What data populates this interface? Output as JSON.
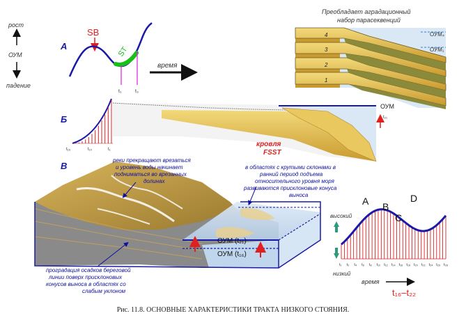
{
  "panelA": {
    "letter": "А",
    "axis_up": "рост",
    "axis_mid": "ОУМ",
    "axis_down": "падение",
    "sb_label": "SB",
    "st_label": "ST",
    "t1": "t₁",
    "t3": "t₃",
    "time_label": "время",
    "parasequence_title_1": "Преобладает аградационный",
    "parasequence_title_2": "набор парасеквенций",
    "oum_top1": "ОУМ₄",
    "oum_top2": "ОУМ₁",
    "layers": [
      "4",
      "3",
      "2",
      "1"
    ]
  },
  "panelB": {
    "letter": "Б",
    "t16": "t₁₆",
    "t10": "t₁₀",
    "t1": "t₁",
    "oum_label": "ОУМ",
    "t21": "t₂₁",
    "fsst_1": "кровля",
    "fsst_2": "FSST"
  },
  "panelV": {
    "letter": "В",
    "note_rivers": [
      "реки прекращают врезаться",
      "и уровень воды начинает",
      "подниматься во врезанных",
      "долинах"
    ],
    "note_slopes": [
      "в областях с крутыми склонами в",
      "ранний период подъема",
      "относительного уровня моря",
      "развиваются присклоновые конуса",
      "выноса"
    ],
    "note_progradation": [
      "проградация осадков береговой",
      "линии поверх присклоновых",
      "конусов выноса в областях со",
      "слабым уклоном"
    ],
    "oum_t21": "ОУМ (t₂₁)",
    "oum_t16": "ОУМ (t₁₆)"
  },
  "curve": {
    "high": "высокий",
    "low": "низкий",
    "points": [
      "A",
      "B",
      "C",
      "D"
    ],
    "time_label": "время",
    "range": "t₁₆–t₂₂",
    "ticks": [
      "t₁",
      "t₂",
      "t₄",
      "t₆",
      "t₈",
      "t₁₀",
      "t₁₂",
      "t₁₄",
      "t₁₆",
      "t₁₈",
      "t₂₀",
      "t₂₂",
      "t₂₄",
      "t₂₆",
      "t₂₈"
    ]
  },
  "caption": "Рис. 11.8. ОСНОВНЫЕ ХАРАКТЕРИСТИКИ ТРАКТА НИЗКОГО СТОЯНИЯ.",
  "colors": {
    "curve": "#1a1aa8",
    "red": "#e02020",
    "sand": "#e9c860",
    "sand_dark": "#c99a2e",
    "olive": "#8a8a3a",
    "water": "#c8dcef",
    "green": "#18c018",
    "magenta": "#e020e0",
    "note": "#1010a0"
  }
}
